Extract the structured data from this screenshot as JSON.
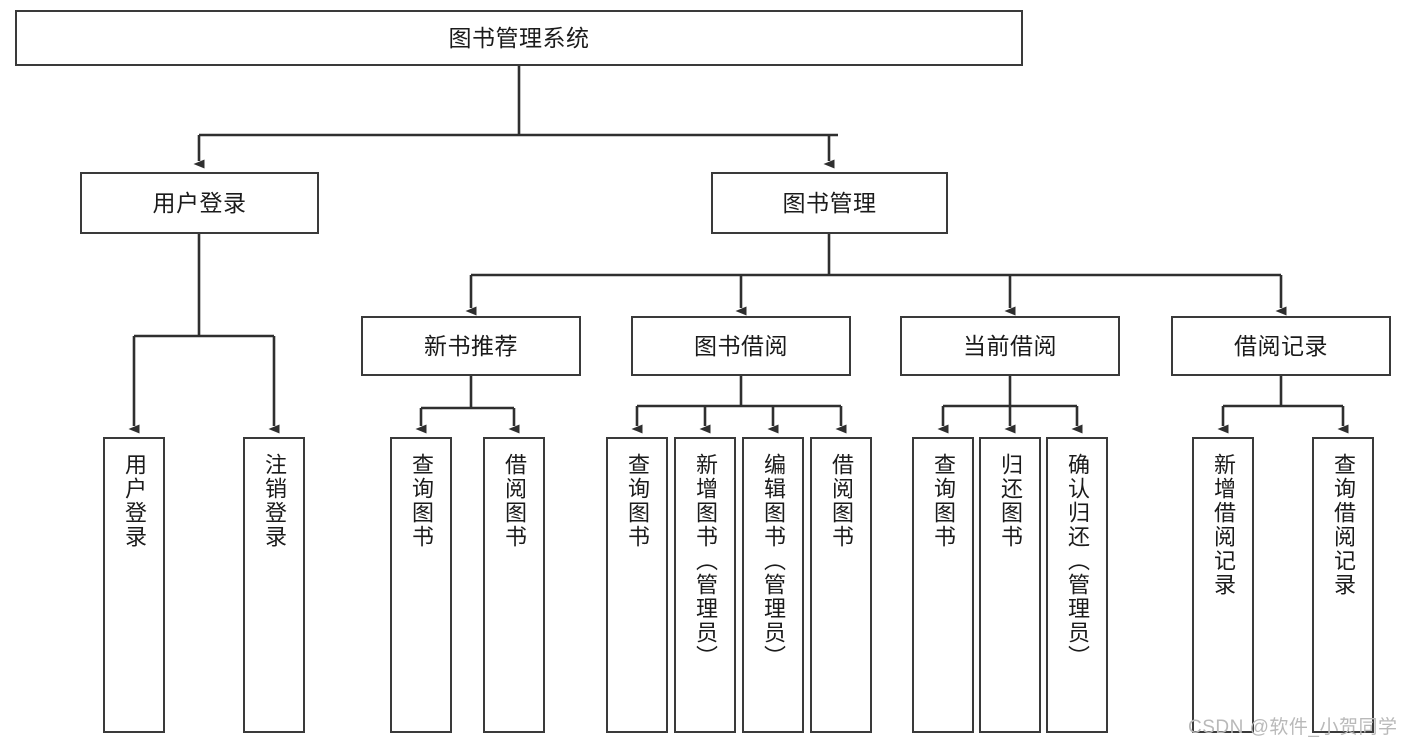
{
  "diagram": {
    "type": "hierarchy-tree",
    "title": "图书管理系统",
    "orientation": "top-down",
    "colors": {
      "background": "#ffffff",
      "box_border": "#3a3a3a",
      "box_fill": "#ffffff",
      "connector": "#2f2f2f",
      "text": "#1b1b1b",
      "watermark": "#b9b9b9"
    },
    "levels": {
      "level0": [
        "图书管理系统"
      ],
      "level1": [
        "用户登录",
        "图书管理"
      ],
      "level2": [
        "新书推荐",
        "图书借阅",
        "当前借阅",
        "借阅记录"
      ],
      "level3": [
        "用户登录",
        "注销登录",
        "查询图书",
        "借阅图书",
        "查询图书",
        "新增图书（管理员）",
        "编辑图书（管理员）",
        "借阅图书",
        "查询图书",
        "归还图书",
        "确认归还（管理员）",
        "新增借阅记录",
        "查询借阅记录"
      ]
    },
    "nodes": {
      "root": {
        "label": "图书管理系统"
      },
      "user_login": {
        "label": "用户登录"
      },
      "book_mgmt": {
        "label": "图书管理"
      },
      "new_book_rec": {
        "label": "新书推荐"
      },
      "book_borrow": {
        "label": "图书借阅"
      },
      "current_borrow": {
        "label": "当前借阅"
      },
      "borrow_record": {
        "label": "借阅记录"
      },
      "leaf_user_login": {
        "label": "用户登录"
      },
      "leaf_logout": {
        "label": "注销登录"
      },
      "leaf_query_book_1": {
        "label": "查询图书"
      },
      "leaf_borrow_book_1": {
        "label": "借阅图书"
      },
      "leaf_query_book_2": {
        "label": "查询图书"
      },
      "leaf_add_book": {
        "label": "新增图书（管理员）"
      },
      "leaf_edit_book": {
        "label": "编辑图书（管理员）"
      },
      "leaf_borrow_book_2": {
        "label": "借阅图书"
      },
      "leaf_query_book_3": {
        "label": "查询图书"
      },
      "leaf_return_book": {
        "label": "归还图书"
      },
      "leaf_confirm_return": {
        "label": "确认归还（管理员）"
      },
      "leaf_add_record": {
        "label": "新增借阅记录"
      },
      "leaf_query_record": {
        "label": "查询借阅记录"
      }
    },
    "edges": [
      {
        "from": "root",
        "to": "user_login"
      },
      {
        "from": "root",
        "to": "book_mgmt"
      },
      {
        "from": "user_login",
        "to": "leaf_user_login"
      },
      {
        "from": "user_login",
        "to": "leaf_logout"
      },
      {
        "from": "book_mgmt",
        "to": "new_book_rec"
      },
      {
        "from": "book_mgmt",
        "to": "book_borrow"
      },
      {
        "from": "book_mgmt",
        "to": "current_borrow"
      },
      {
        "from": "book_mgmt",
        "to": "borrow_record"
      },
      {
        "from": "new_book_rec",
        "to": "leaf_query_book_1"
      },
      {
        "from": "new_book_rec",
        "to": "leaf_borrow_book_1"
      },
      {
        "from": "book_borrow",
        "to": "leaf_query_book_2"
      },
      {
        "from": "book_borrow",
        "to": "leaf_add_book"
      },
      {
        "from": "book_borrow",
        "to": "leaf_edit_book"
      },
      {
        "from": "book_borrow",
        "to": "leaf_borrow_book_2"
      },
      {
        "from": "current_borrow",
        "to": "leaf_query_book_3"
      },
      {
        "from": "current_borrow",
        "to": "leaf_return_book"
      },
      {
        "from": "current_borrow",
        "to": "leaf_confirm_return"
      },
      {
        "from": "borrow_record",
        "to": "leaf_add_record"
      },
      {
        "from": "borrow_record",
        "to": "leaf_query_record"
      }
    ]
  },
  "watermark": {
    "text": "CSDN @软件_小贺同学"
  }
}
